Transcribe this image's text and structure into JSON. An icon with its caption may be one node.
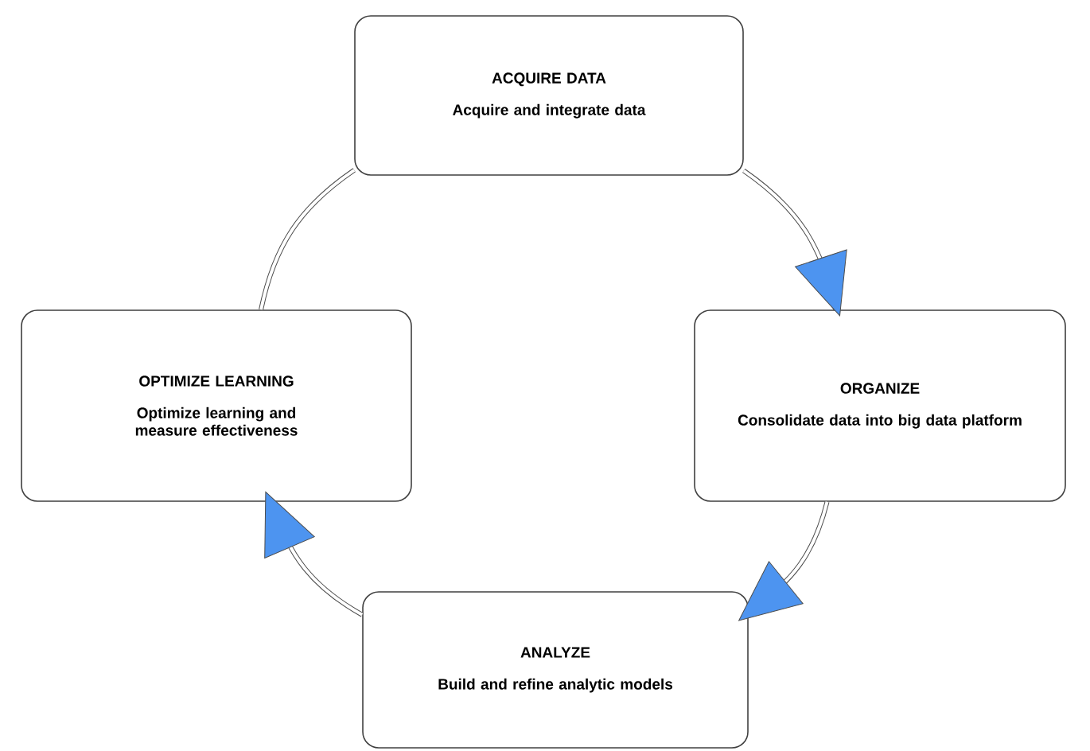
{
  "diagram": {
    "nodes": [
      {
        "text": [
          "ACQUIRE DATA",
          "Acquire and integrate data"
        ]
      },
      {
        "text": [
          "ORGANIZE",
          "Consolidate data into big data platform"
        ]
      },
      {
        "text": [
          "ANALYZE",
          "Build and refine analytic models"
        ]
      },
      {
        "text": [
          "OPTIMIZE LEARNING",
          "Optimize learning and measure effectiveness"
        ]
      }
    ],
    "edges": [
      {
        "from": 0,
        "to": 1,
        "arrow": "to"
      },
      {
        "from": 1,
        "to": 2,
        "arrow": "to"
      },
      {
        "from": 2,
        "to": 3,
        "arrow": "to"
      },
      {
        "from": 3,
        "to": 0,
        "arrow": "none"
      }
    ]
  }
}
